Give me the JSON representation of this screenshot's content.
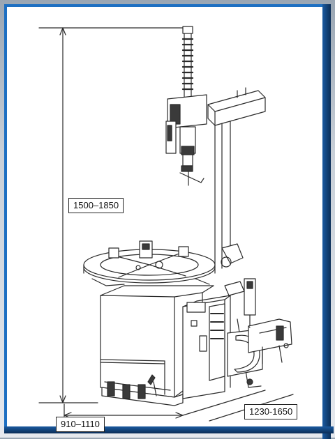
{
  "dimensions": {
    "height": "1500–1850",
    "width": "910–1110",
    "depth": "1230-1650"
  },
  "colors": {
    "frame_border": "#1d6fc2",
    "line": "#2a2a2a",
    "background": "#ffffff"
  }
}
